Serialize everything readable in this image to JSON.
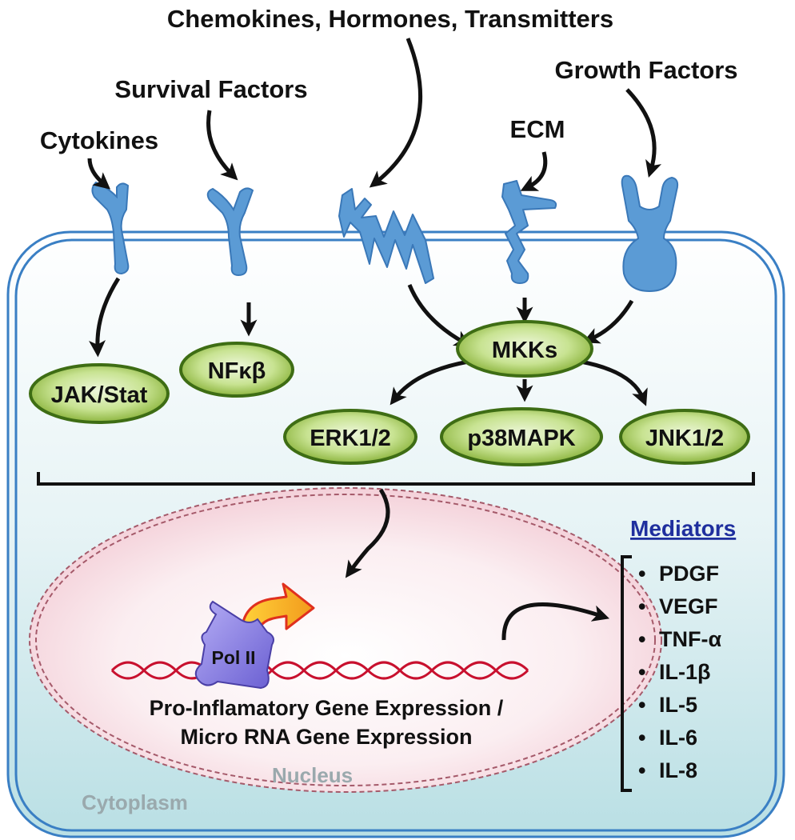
{
  "diagram": {
    "ligands": {
      "chemokines": "Chemokines, Hormones, Transmitters",
      "growth_factors": "Growth Factors",
      "survival_factors": "Survival Factors",
      "ecm": "ECM",
      "cytokines": "Cytokines"
    },
    "nodes": {
      "mkks": "MKKs",
      "nfkb": "NFκβ",
      "jak_stat": "JAK/Stat",
      "erk": "ERK1/2",
      "p38": "p38MAPK",
      "jnk": "JNK1/2"
    },
    "nucleus": {
      "pol": "Pol II",
      "expression_line1": "Pro-Inflamatory Gene Expression /",
      "expression_line2": "Micro RNA Gene Expression",
      "label": "Nucleus"
    },
    "cytoplasm_label": "Cytoplasm",
    "mediators": {
      "title": "Mediators",
      "bullet": "•",
      "items": [
        "PDGF",
        "VEGF",
        "TNF-α",
        "IL-1β",
        "IL-5",
        "IL-6",
        "IL-8"
      ]
    },
    "colors": {
      "receptor": "#5b9bd5",
      "receptor_outline": "#3a78b8",
      "cell_outline": "#3a7fc4",
      "node_fill": "#8dbb3a",
      "node_outline": "#3e6d14",
      "nucleus_outline": "#a55a6a",
      "dna": "#c8102e",
      "pol": "#8a7fe0"
    }
  }
}
